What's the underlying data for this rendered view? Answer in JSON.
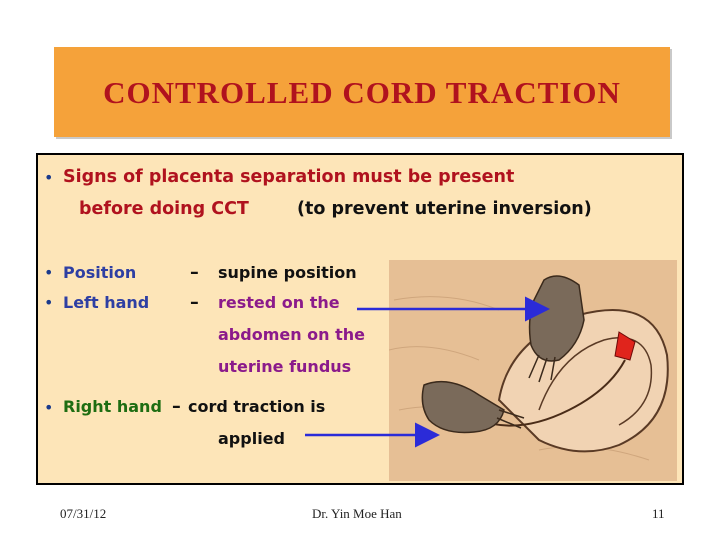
{
  "slide": {
    "title": "CONTROLLED CORD TRACTION",
    "bullet1": {
      "red_part": "Signs of placenta separation must be present",
      "red_part2": "before doing CCT",
      "black_part": "(to prevent uterine inversion)"
    },
    "bullet2": {
      "label": "Position",
      "dash": "–",
      "value": "supine position"
    },
    "bullet3": {
      "label": "Left hand",
      "dash": "–",
      "line1": "rested on the",
      "line2": "abdomen on the",
      "line3": "uterine fundus"
    },
    "bullet4": {
      "label": "Right hand",
      "dash": "–",
      "line1": "cord traction is",
      "line2": "applied"
    },
    "bullet_symbol": "•"
  },
  "footer": {
    "date": "07/31/12",
    "author": "Dr. Yin Moe Han",
    "page": "11"
  },
  "colors": {
    "title_bg": "#f5a23a",
    "title_text": "#b0121e",
    "content_bg": "#fde5b8",
    "arrow": "#2b2bd8"
  },
  "icons": [
    "hand-illustration",
    "uterus-illustration"
  ]
}
